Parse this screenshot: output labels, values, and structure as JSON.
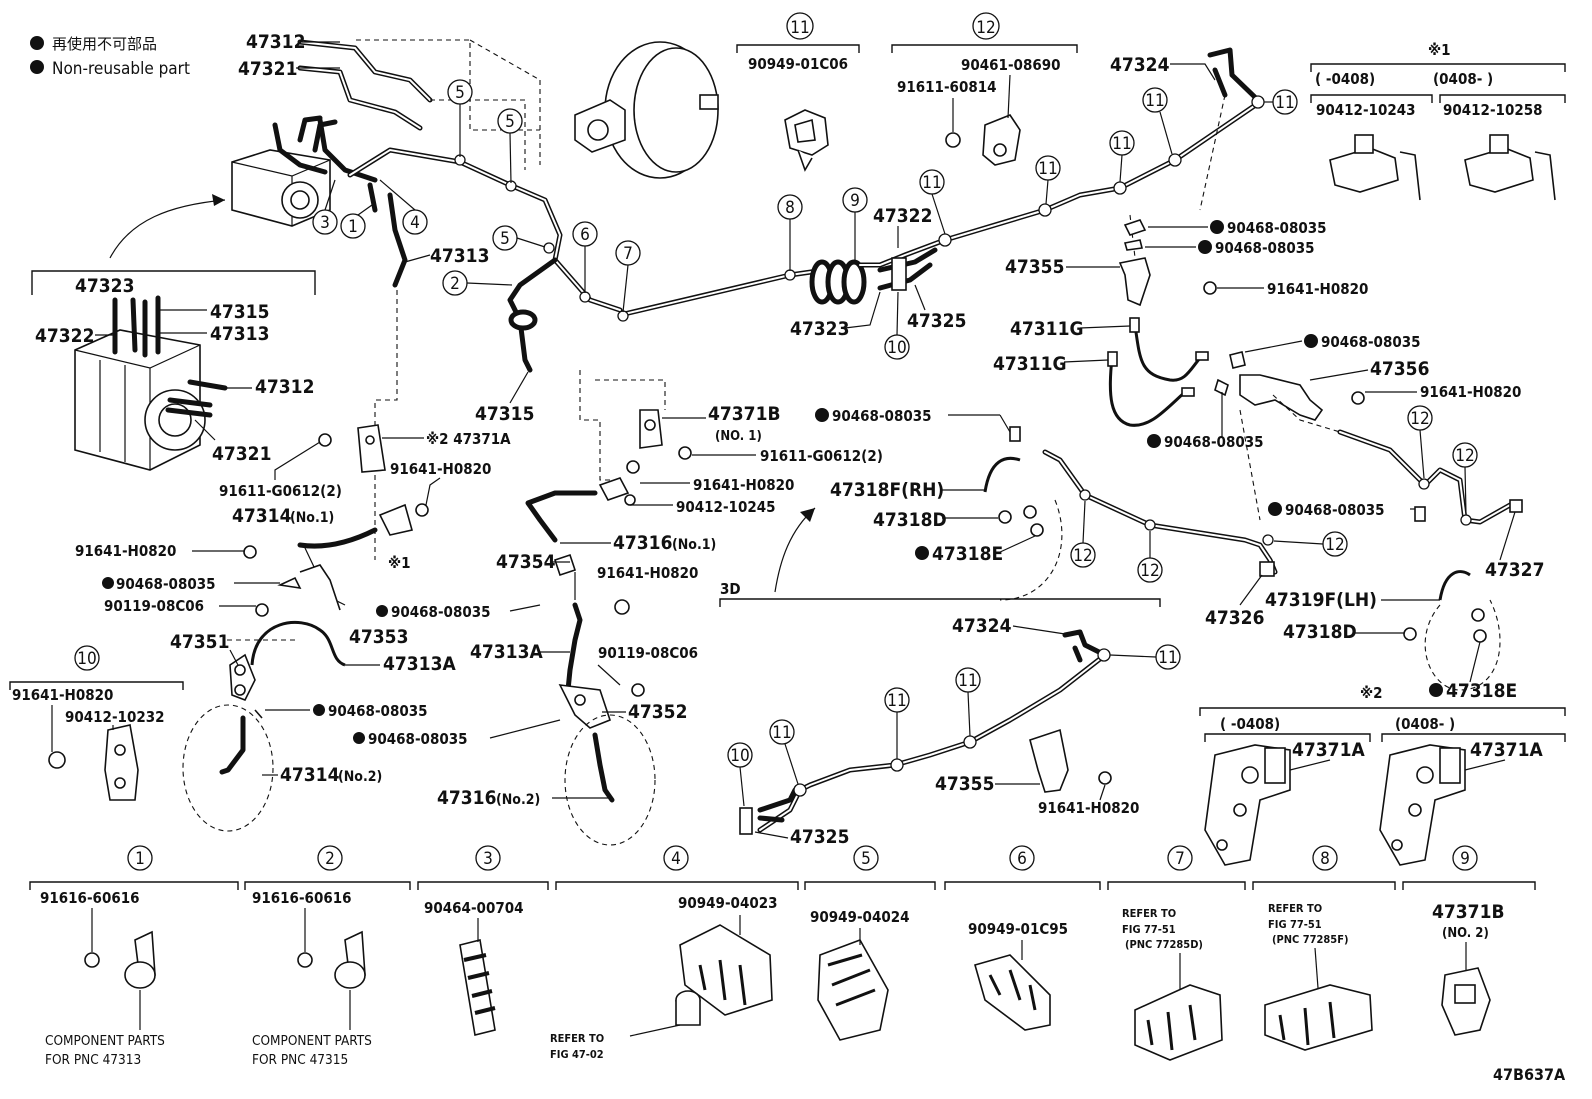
{
  "legend": {
    "line1": "再使用不可部品",
    "line2": "Non-reusable part"
  },
  "figure_code": "47B637A",
  "callouts": {
    "c1": "1",
    "c2": "2",
    "c3": "3",
    "c4": "4",
    "c5": "5",
    "c6": "6",
    "c7": "7",
    "c8": "8",
    "c9": "9",
    "c10": "10",
    "c11": "11",
    "c12": "12"
  },
  "marks": {
    "x1": "※1",
    "x2": "※2"
  },
  "top_groups": {
    "g11_pn": "90949-01C06",
    "g12_pn_a": "90461-08690",
    "g12_pn_b": "91611-60814",
    "x1_range_a": "(      -0408)",
    "x1_range_b": "(0408-        )",
    "x1_pn_a": "90412-10243",
    "x1_pn_b": "90412-10258"
  },
  "abs_labels": {
    "p47312_top": "47312",
    "p47321_top": "47321",
    "p47323": "47323",
    "p47315": "47315",
    "p47322": "47322",
    "p47313": "47313",
    "p47312": "47312",
    "p47321": "47321"
  },
  "front_labels": {
    "p47313_mid": "47313",
    "p47315_mid": "47315",
    "p47371A": "※2 47371A",
    "p91611_g0612_a": "91611-G0612(2)",
    "p91641_a": "91641-H0820",
    "p47314_no1": "47314",
    "p47314_no1_sub": "(No.1)",
    "x1_small": "※1",
    "p91641_b": "91641-H0820",
    "p90468_a": "90468-08035",
    "p90119_a": "90119-08C06",
    "p47353": "47353",
    "p47351": "47351",
    "p47313A": "47313A",
    "p90468_b": "90468-08035",
    "p47314_no2": "47314",
    "p47314_no2_sub": "(No.2)",
    "p47371B": "47371B",
    "p47371B_sub": "(NO. 1)",
    "p91611_g0612_b": "91611-G0612(2)",
    "p91641_c": "91641-H0820",
    "p90412_10245": "90412-10245",
    "p47316_no1": "47316",
    "p47316_no1_sub": "(No.1)",
    "p47354": "47354",
    "p91641_d": "91641-H0820",
    "p90468_c": "90468-08035",
    "p47313A_r": "47313A",
    "p90119_b": "90119-08C06",
    "p47352": "47352",
    "p90468_d": "90468-08035",
    "p47316_no2": "47316",
    "p47316_no2_sub": "(No.2)"
  },
  "g10_side": {
    "pn_a": "91641-H0820",
    "pn_b": "90412-10232"
  },
  "rear_labels": {
    "p47322": "47322",
    "p47323": "47323",
    "p47325": "47325",
    "p47324": "47324",
    "p90468_a": "90468-08035",
    "p90468_b": "90468-08035",
    "p47355": "47355",
    "p91641_a": "91641-H0820",
    "p47311G_a": "47311G",
    "p47311G_b": "47311G",
    "p90468_c": "90468-08035",
    "p47356": "47356",
    "p91641_b": "91641-H0820",
    "p90468_e": "90468-08035",
    "p90468_f": "90468-08035",
    "p47318F": "47318F(RH)",
    "p47318D_a": "47318D",
    "p47318E_a": "47318E",
    "p90468_g": "90468-08035",
    "p47327": "47327",
    "p47326": "47326",
    "p47319F": "47319F(LH)",
    "p47318D_b": "47318D",
    "p47318E_b": "47318E"
  },
  "inset_3d": {
    "title": "3D",
    "p47324": "47324",
    "p47355": "47355",
    "p91641": "91641-H0820",
    "p47325": "47325"
  },
  "x2_group": {
    "range_a": "(      -0408)",
    "range_b": "(0408-        )",
    "p_a": "47371A",
    "p_b": "47371A"
  },
  "bottom_groups": {
    "b1_pn": "91616-60616",
    "b1_cap1": "COMPONENT PARTS",
    "b1_cap2": "FOR PNC 47313",
    "b2_pn": "91616-60616",
    "b2_cap1": "COMPONENT PARTS",
    "b2_cap2": "FOR PNC 47315",
    "b3_pn": "90464-00704",
    "b4_pn": "90949-04023",
    "b4_ref1": "REFER TO",
    "b4_ref2": "FIG 47-02",
    "b5_pn": "90949-04024",
    "b6_pn": "90949-01C95",
    "b7_ref1": "REFER TO",
    "b7_ref2": "FIG 77-51",
    "b7_ref3": "(PNC 77285D)",
    "b8_ref1": "REFER TO",
    "b8_ref2": "FIG 77-51",
    "b8_ref3": "(PNC 77285F)",
    "b9_pn": "47371B",
    "b9_sub": "(NO. 2)"
  }
}
